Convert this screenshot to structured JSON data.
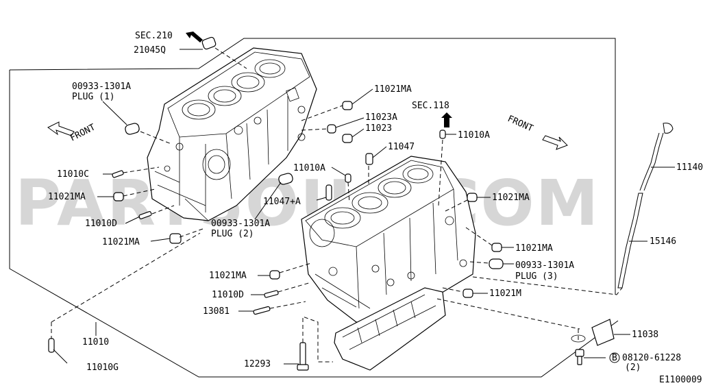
{
  "diagram": {
    "watermark": "PARTSOUQ.COM",
    "figure_code": "E1100009",
    "section_refs": [
      {
        "id": "sec210",
        "text": "SEC.210"
      },
      {
        "id": "sec118",
        "text": "SEC.118"
      }
    ],
    "front_markers": [
      "FRONT",
      "FRONT"
    ],
    "callouts": {
      "c21045q": "21045Q",
      "c00933_1": "00933-1301A",
      "c00933_1_sub": "PLUG (1)",
      "c11021ma_top": "11021MA",
      "c11023a": "11023A",
      "c11023": "11023",
      "c11010a_top": "11010A",
      "c11047": "11047",
      "c11010a": "11010A",
      "c11140": "11140",
      "c11010c": "11010C",
      "c11021ma_l1": "11021MA",
      "c11047a": "11047+A",
      "c11021ma_r1": "11021MA",
      "c11010d_top": "11010D",
      "c00933_2": "00933-1301A",
      "c00933_2_sub": "PLUG (2)",
      "c15146": "15146",
      "c11021ma_l2": "11021MA",
      "c11021ma_r2": "11021MA",
      "c00933_3": "00933-1301A",
      "c00933_3_sub": "PLUG (3)",
      "c11021ma_l3": "11021MA",
      "c11010d": "11010D",
      "c11021m": "11021M",
      "c13081": "13081",
      "c11010": "11010",
      "c11038": "11038",
      "c11010g": "11010G",
      "c12293": "12293",
      "c08120": "08120-61228",
      "c08120_sub": "(2)",
      "c08120_badge": "B"
    }
  }
}
